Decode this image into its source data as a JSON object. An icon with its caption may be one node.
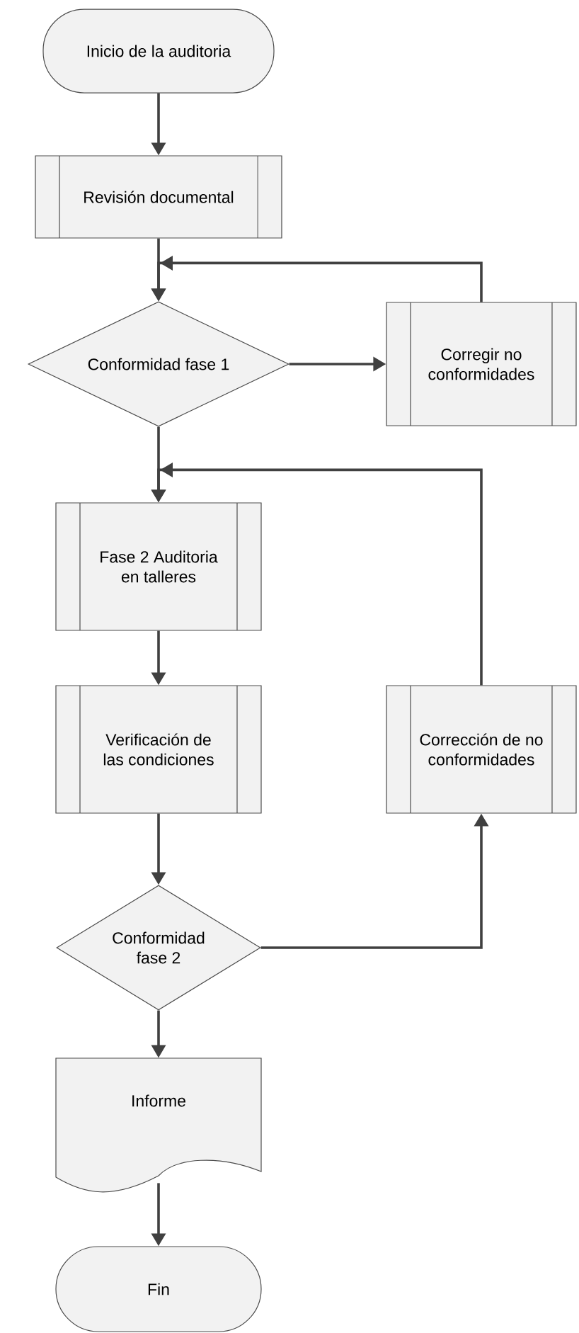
{
  "diagram": {
    "nodes": [
      {
        "text": [
          "Inicio de la auditoria"
        ]
      },
      {
        "text": [
          "Revisión documental"
        ]
      },
      {
        "text": [
          "Conformidad fase 1"
        ]
      },
      {
        "text": [
          "Corregir no conformidades"
        ]
      },
      {
        "text": [
          "Fase 2 Auditoria en talleres"
        ]
      },
      {
        "text": [
          "Verificación de las condiciones"
        ]
      },
      {
        "text": [
          "Corrección de no conformidades"
        ]
      },
      {
        "text": [
          "Conformidad fase 2"
        ]
      },
      {
        "text": [
          "Informe"
        ]
      },
      {
        "text": [
          "Fin"
        ]
      }
    ],
    "edges": [
      {
        "from": 0,
        "to": 1,
        "arrow": "to"
      },
      {
        "from": 1,
        "to": 2,
        "arrow": "to"
      },
      {
        "from": 2,
        "to": 3,
        "arrow": "to"
      },
      {
        "from": 3,
        "to": 2,
        "arrow": "to"
      },
      {
        "from": 2,
        "to": 4,
        "arrow": "to"
      },
      {
        "from": 6,
        "to": 4,
        "arrow": "to"
      },
      {
        "from": 4,
        "to": 5,
        "arrow": "to"
      },
      {
        "from": 5,
        "to": 7,
        "arrow": "to"
      },
      {
        "from": 7,
        "to": 6,
        "arrow": "to"
      },
      {
        "from": 7,
        "to": 8,
        "arrow": "to"
      },
      {
        "from": 8,
        "to": 9,
        "arrow": "to"
      }
    ]
  }
}
